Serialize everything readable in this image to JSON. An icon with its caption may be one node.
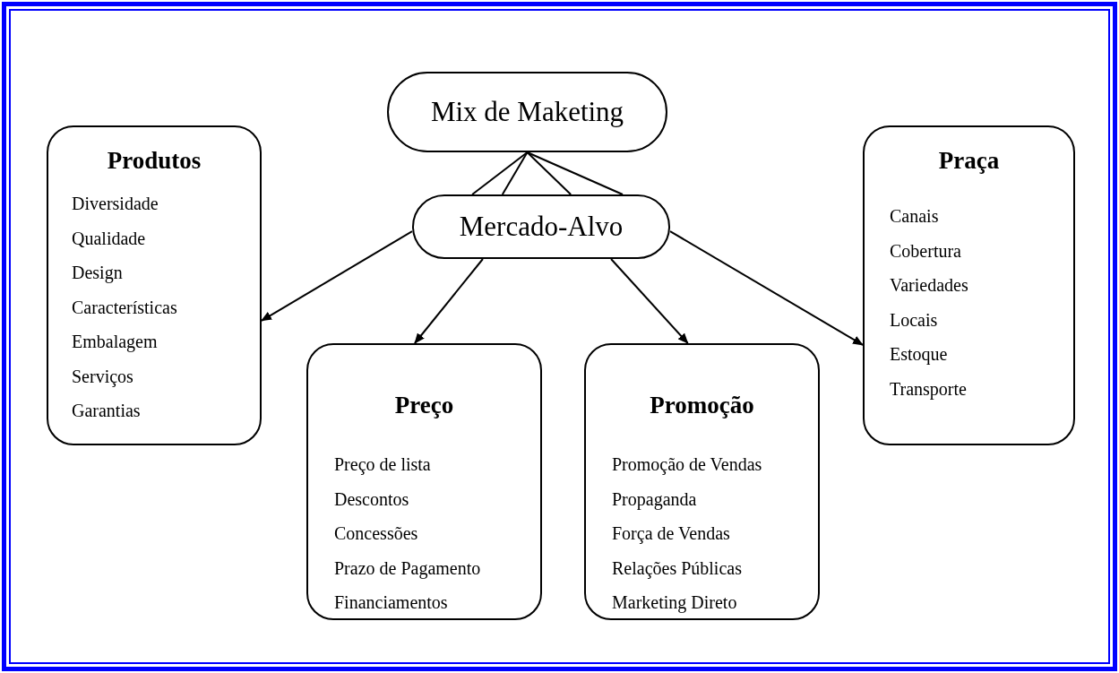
{
  "diagram": {
    "nodes": [
      {
        "text": [
          "Mix de Maketing"
        ]
      },
      {
        "text": [
          "Mercado-Alvo"
        ]
      },
      {
        "text": [
          "Produtos",
          "Diversidade",
          "Qualidade",
          "Design",
          "Características",
          "Embalagem",
          "Serviços",
          "Garantias"
        ]
      },
      {
        "text": [
          "Preço",
          "Preço de lista",
          "Descontos",
          "Concessões",
          "Prazo de Pagamento",
          "Financiamentos"
        ]
      },
      {
        "text": [
          "Promoção",
          "Promoção de Vendas",
          "Propaganda",
          "Força de Vendas",
          "Relações Públicas",
          "Marketing Direto"
        ]
      },
      {
        "text": [
          "Praça",
          "Canais",
          "Cobertura",
          "Variedades",
          "Locais",
          "Estoque",
          "Transporte"
        ]
      }
    ],
    "edges": [
      {
        "from": 0,
        "to": 1,
        "arrow": "none"
      },
      {
        "from": 0,
        "to": 1,
        "arrow": "none"
      },
      {
        "from": 0,
        "to": 1,
        "arrow": "none"
      },
      {
        "from": 0,
        "to": 1,
        "arrow": "none"
      },
      {
        "from": 1,
        "to": 2,
        "arrow": "to"
      },
      {
        "from": 1,
        "to": 3,
        "arrow": "to"
      },
      {
        "from": 1,
        "to": 4,
        "arrow": "to"
      },
      {
        "from": 1,
        "to": 5,
        "arrow": "to"
      }
    ]
  }
}
